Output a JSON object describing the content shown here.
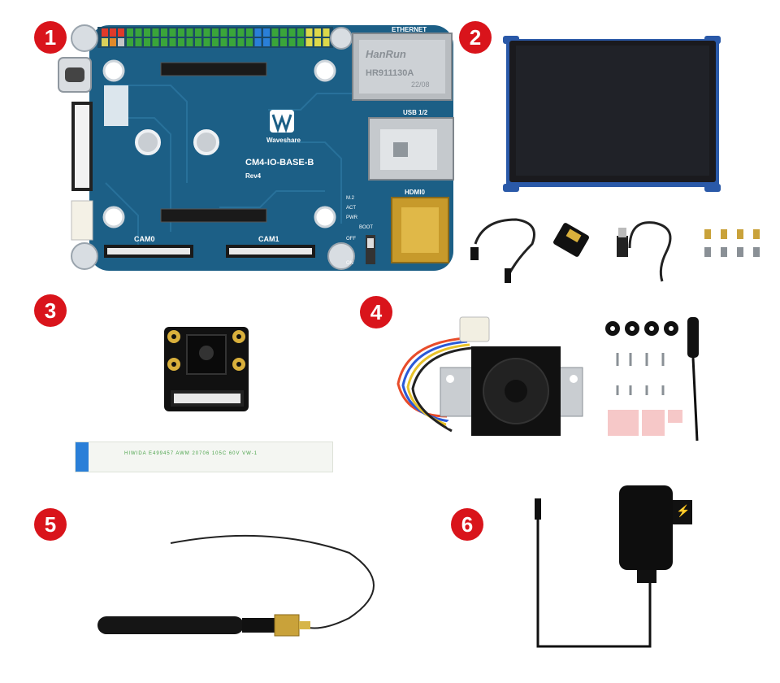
{
  "badges": [
    "1",
    "2",
    "3",
    "4",
    "5",
    "6"
  ],
  "board": {
    "name": "CM4-IO-BASE-B",
    "rev": "Rev4",
    "brand": "Waveshare",
    "ethernet": "ETHERNET",
    "usb": "USB 1/2",
    "hdmi": "HDMI0",
    "cam0": "CAM0",
    "cam1": "CAM1",
    "led_m2": "M.2",
    "led_act": "ACT",
    "led_pwr": "PWR",
    "boot": "BOOT",
    "off": "OFF",
    "on": "ON",
    "rj45_brand": "HanRun",
    "rj45_part": "HR911130A",
    "rj45_date": "22/08"
  },
  "fpc_cable_text": "HIWIDA  E499457  AWM  20706  105C  60V  VW-1",
  "colors": {
    "badge": "#d9141b",
    "pcb": "#1c5f86",
    "screen": "#1a1a1e"
  },
  "icons": [
    "lightning-icon"
  ]
}
